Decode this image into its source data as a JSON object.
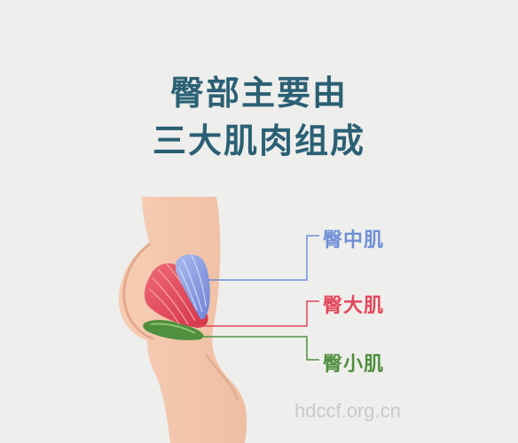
{
  "title": {
    "line1": "臀部主要由",
    "line2": "三大肌肉组成"
  },
  "labels": {
    "medius": "臀中肌",
    "maximus": "臀大肌",
    "minimus": "臀小肌"
  },
  "watermark": "hdccf.org.cn",
  "colors": {
    "title": "#2b6074",
    "skin": "#f1c3a8",
    "medius": "#6f8fd6",
    "maximus": "#e2475a",
    "minimus": "#4f8f3e"
  }
}
